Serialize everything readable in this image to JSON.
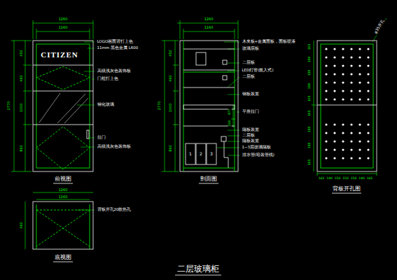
{
  "diagram": {
    "title": "二层玻璃柜",
    "labels": [
      "1260",
      "1160",
      "2770",
      "450",
      "460",
      "1000",
      "860",
      "CITIZEN",
      "LOGO画面背打上色",
      "11mm 黑色金属 L600",
      "高级浅灰色装饰板",
      "门框打上色",
      "钢化玻璃",
      "拉门",
      "高级浅灰色装饰板",
      "前视图",
      "1260",
      "1160",
      "2770",
      "450",
      "460",
      "1000",
      "860",
      "477",
      "236",
      "1",
      "2",
      "3",
      "木夹板+金属面板，面板喷漆",
      "玻璃层板",
      "二层板",
      "LED灯管(嵌入式)",
      "二层板",
      "钢板装置",
      "平推拉门",
      "隔板装置",
      "二层板",
      "隔板装置",
      "1~3层玻璃隔板",
      "排水管(暗装管线)",
      "剖面图",
      "φ35开孔",
      "165",
      "150",
      "150",
      "150",
      "165",
      "165",
      "150",
      "150",
      "165",
      "165",
      "140",
      "150",
      "150",
      "150",
      "140",
      "165",
      "背板开孔图",
      "1260",
      "1160",
      "460",
      "背板开孔20散热孔",
      "底视图"
    ]
  }
}
